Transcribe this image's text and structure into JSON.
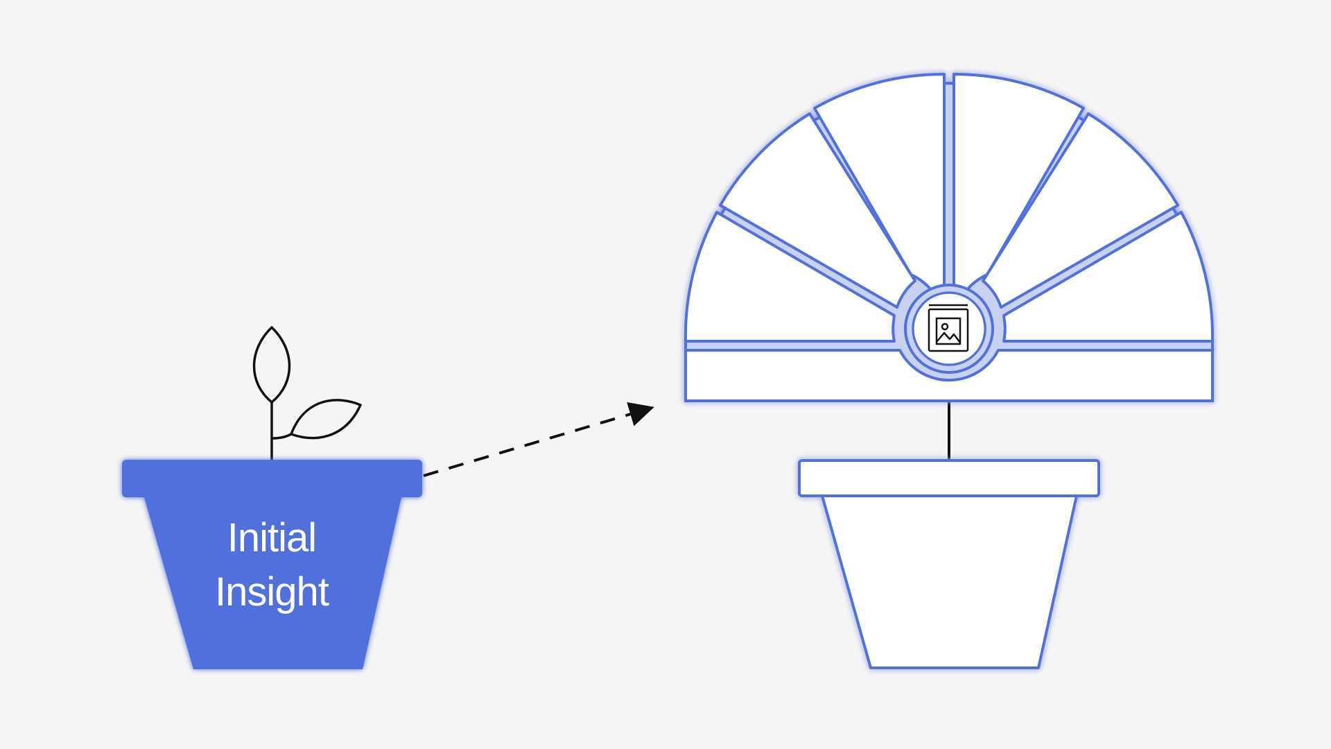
{
  "diagram": {
    "source_plant": {
      "label_lines": [
        "Initial",
        "Insight"
      ],
      "pot_color": "#5170DC"
    },
    "target_plant": {
      "center_icon": "book-image-icon",
      "outline_color": "#5170DC",
      "fill_color": "#ffffff",
      "gap_color": "#C9D1F3"
    },
    "connector": {
      "style": "dashed-arrow"
    },
    "colors": {
      "background": "#F5F5F5",
      "stroke": "#111111",
      "accent": "#5170DC"
    }
  }
}
